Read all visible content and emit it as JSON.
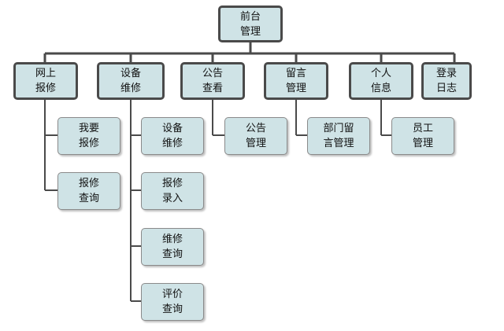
{
  "diagram": {
    "root": {
      "lines": [
        "前台",
        "管理"
      ]
    },
    "modules": [
      {
        "id": "wangshang",
        "lines": [
          "网上",
          "报修"
        ],
        "children": [
          {
            "lines": [
              "我要",
              "报修"
            ]
          },
          {
            "lines": [
              "报修",
              "查询"
            ]
          }
        ]
      },
      {
        "id": "shebei",
        "lines": [
          "设备",
          "维修"
        ],
        "children": [
          {
            "lines": [
              "设备",
              "维修"
            ]
          },
          {
            "lines": [
              "报修",
              "录入"
            ]
          },
          {
            "lines": [
              "维修",
              "查询"
            ]
          },
          {
            "lines": [
              "评价",
              "查询"
            ]
          }
        ]
      },
      {
        "id": "gonggao",
        "lines": [
          "公告",
          "查看"
        ],
        "children": [
          {
            "lines": [
              "公告",
              "管理"
            ]
          }
        ]
      },
      {
        "id": "liuyan",
        "lines": [
          "留言",
          "管理"
        ],
        "children": [
          {
            "lines": [
              "部门留",
              "言管理"
            ]
          }
        ]
      },
      {
        "id": "geren",
        "lines": [
          "个人",
          "信息"
        ],
        "children": [
          {
            "lines": [
              "员工",
              "管理"
            ]
          }
        ]
      },
      {
        "id": "denglu",
        "lines": [
          "登录",
          "日志"
        ],
        "children": []
      }
    ]
  }
}
